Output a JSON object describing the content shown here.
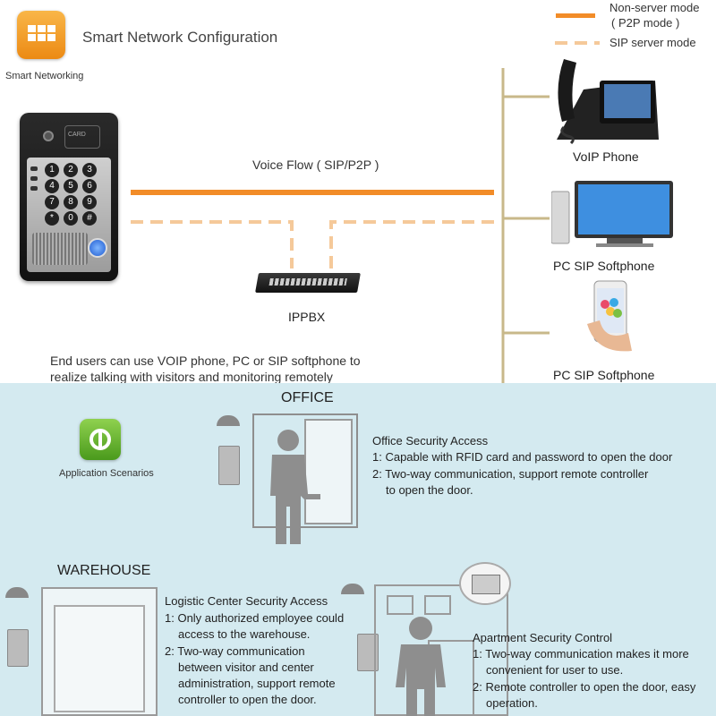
{
  "header": {
    "title": "Smart Network Configuration",
    "icon_label": "Smart Networking"
  },
  "legend": {
    "non_server_line1": "Non-server mode",
    "non_server_line2": "( P2P mode )",
    "sip_server": "SIP server mode",
    "solid_color": "#f28c28",
    "dashed_color": "#f5c99a"
  },
  "flow": {
    "voice_flow": "Voice Flow ( SIP/P2P )",
    "ippbx": "IPPBX",
    "description_line1": "End users can use VOIP phone, PC or SIP softphone to",
    "description_line2": "realize talking with visitors and monitoring remotely"
  },
  "devices": {
    "voip_phone": "VoIP Phone",
    "pc_softphone": "PC SIP Softphone",
    "mobile_softphone": "PC SIP Softphone"
  },
  "keypad": {
    "keys": [
      "1",
      "2",
      "3",
      "4",
      "5",
      "6",
      "7",
      "8",
      "9",
      "*",
      "0",
      "#"
    ],
    "card_label": "CARD"
  },
  "scenarios": {
    "icon_label": "Application Scenarios",
    "office": {
      "heading": "OFFICE",
      "title": "Office Security Access",
      "item1": "1: Capable with RFID card and password to open the door",
      "item2a": "2: Two-way communication, support remote controller",
      "item2b": "to open the door."
    },
    "warehouse": {
      "heading": "WAREHOUSE",
      "title": "Logistic Center Security Access",
      "item1a": "1: Only authorized employee could",
      "item1b": "access to the warehouse.",
      "item2a": "2: Two-way communication",
      "item2b": "between visitor and center",
      "item2c": "administration, support remote",
      "item2d": "controller to open the door."
    },
    "apartment": {
      "title": "Apartment Security Control",
      "item1a": "1: Two-way communication makes it more",
      "item1b": "convenient for user to use.",
      "item2a": "2: Remote controller to open the door, easy",
      "item2b": "operation."
    }
  },
  "colors": {
    "orange": "#f28c28",
    "light_orange": "#f5c99a",
    "bus_line": "#c8b88a",
    "bottom_bg": "#d4eaf0",
    "figure_gray": "#8e8e8e"
  }
}
